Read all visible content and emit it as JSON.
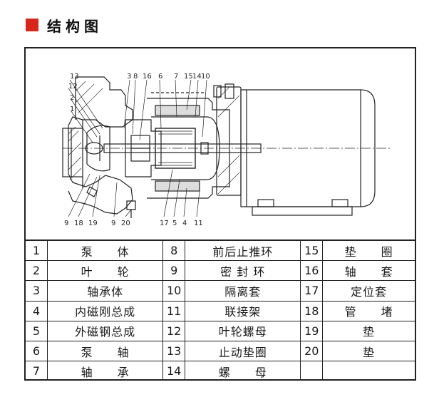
{
  "header": {
    "title": "结构图",
    "accent": "#d9261c"
  },
  "diagram": {
    "callouts_top": [
      "13",
      "12",
      "2",
      "1",
      "3",
      "8",
      "16",
      "6",
      "7",
      "15",
      "14",
      "10"
    ],
    "callouts_bottom": [
      "9",
      "18",
      "19",
      "9",
      "20",
      "17",
      "5",
      "4",
      "11"
    ]
  },
  "parts": [
    [
      {
        "no": "1",
        "name": "泵　　体"
      },
      {
        "no": "8",
        "name": "前后止推环"
      },
      {
        "no": "15",
        "name": "垫　　圈"
      }
    ],
    [
      {
        "no": "2",
        "name": "叶　　轮"
      },
      {
        "no": "9",
        "name": "密 封 环"
      },
      {
        "no": "16",
        "name": "轴　　套"
      }
    ],
    [
      {
        "no": "3",
        "name": "轴承体"
      },
      {
        "no": "10",
        "name": "隔离套"
      },
      {
        "no": "17",
        "name": "定位套"
      }
    ],
    [
      {
        "no": "4",
        "name": "内磁刚总成"
      },
      {
        "no": "11",
        "name": "联接架"
      },
      {
        "no": "18",
        "name": "管　　堵"
      }
    ],
    [
      {
        "no": "5",
        "name": "外磁钢总成"
      },
      {
        "no": "12",
        "name": "叶轮螺母"
      },
      {
        "no": "19",
        "name": "垫"
      }
    ],
    [
      {
        "no": "6",
        "name": "泵　　轴"
      },
      {
        "no": "13",
        "name": "止动垫圈"
      },
      {
        "no": "20",
        "name": "垫"
      }
    ],
    [
      {
        "no": "7",
        "name": "轴　　承"
      },
      {
        "no": "14",
        "name": "螺　　母"
      },
      {
        "no": "",
        "name": ""
      }
    ]
  ]
}
